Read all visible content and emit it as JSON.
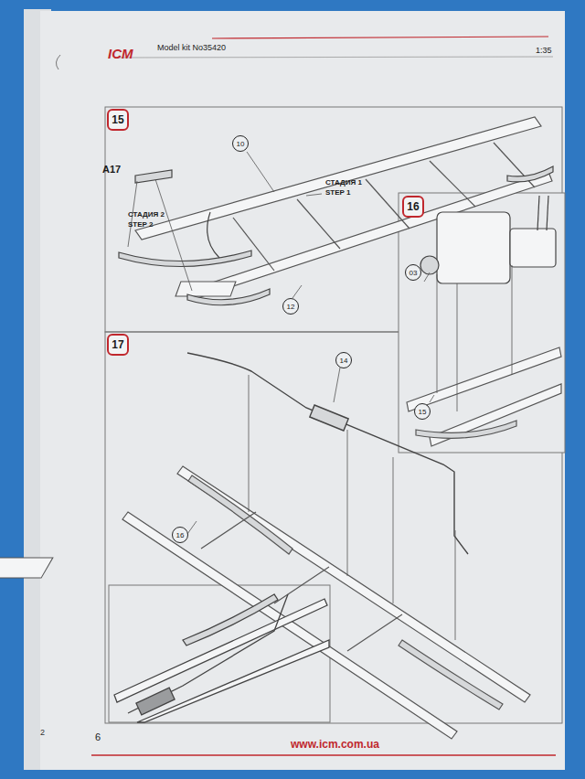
{
  "diagram": {
    "nodes": [
      {
        "text": [
          "15"
        ]
      },
      {
        "text": [
          "10"
        ]
      },
      {
        "text": [
          "12"
        ]
      },
      {
        "text": [
          "16"
        ]
      },
      {
        "text": [
          "03"
        ]
      },
      {
        "text": [
          "15"
        ]
      },
      {
        "text": [
          "17"
        ]
      },
      {
        "text": [
          "14"
        ]
      },
      {
        "text": [
          "16"
        ]
      }
    ],
    "labels": [
      "ICM",
      "Model kit No35420",
      "1:35",
      "A17",
      "СТАДИЯ 2",
      "STEP 2",
      "СТАДИЯ 1",
      "STEP 1",
      "2",
      "6",
      "www.icm.com.ua"
    ]
  }
}
